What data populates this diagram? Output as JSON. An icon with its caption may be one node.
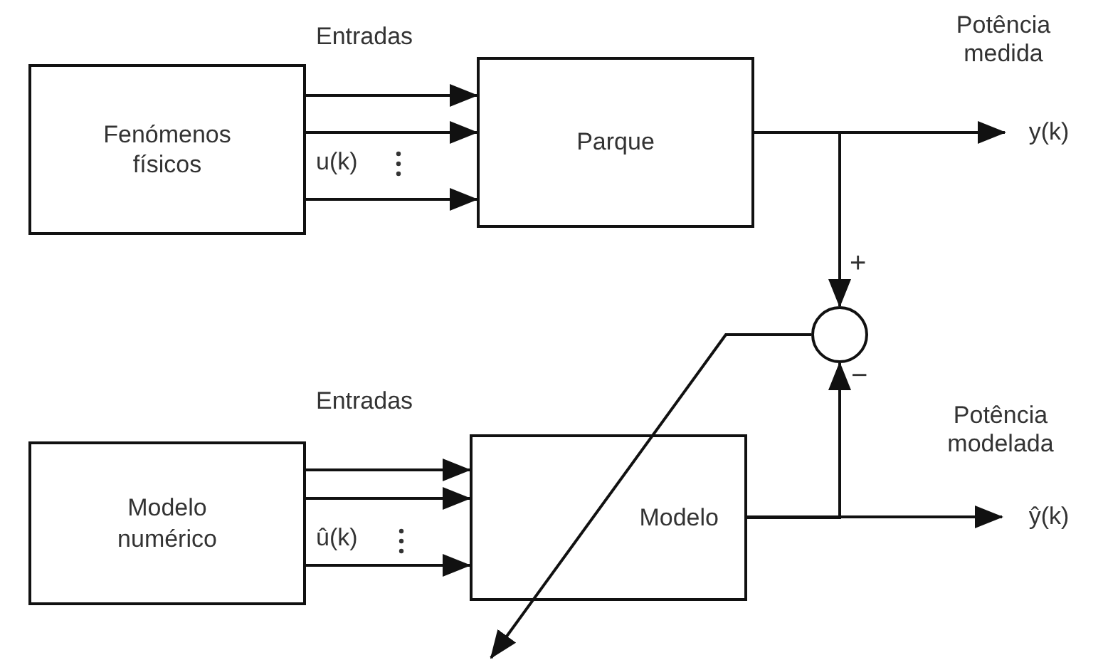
{
  "diagram": {
    "nodes": [
      {
        "text": [
          "Fenómenos físicos"
        ]
      },
      {
        "text": [
          "Parque"
        ]
      },
      {
        "text": [
          "y(k)"
        ]
      },
      {
        "text": [],
        "shape": "circle"
      },
      {
        "text": [
          "Modelo numérico"
        ]
      },
      {
        "text": [
          "Modelo"
        ]
      },
      {
        "text": [
          "ŷ(k)"
        ]
      }
    ],
    "edges": [
      {
        "from": 0,
        "to": 1,
        "arrow": "to"
      },
      {
        "from": 0,
        "to": 1,
        "arrow": "to"
      },
      {
        "from": 0,
        "to": 1,
        "arrow": "to"
      },
      {
        "from": 1,
        "to": 2,
        "arrow": "to"
      },
      {
        "from": 1,
        "to": 3,
        "arrow": "to"
      },
      {
        "from": 4,
        "to": 5,
        "arrow": "to"
      },
      {
        "from": 4,
        "to": 5,
        "arrow": "to"
      },
      {
        "from": 4,
        "to": 5,
        "arrow": "to"
      },
      {
        "from": 5,
        "to": 6,
        "arrow": "to"
      },
      {
        "from": 5,
        "to": 3,
        "arrow": "to"
      },
      {
        "from": 3,
        "to": null,
        "arrow": "to"
      }
    ],
    "labels": [
      "Entradas",
      "Potência medida",
      "u(k)",
      "+",
      "−",
      "Entradas",
      "Potência modelada",
      "û(k)"
    ]
  }
}
